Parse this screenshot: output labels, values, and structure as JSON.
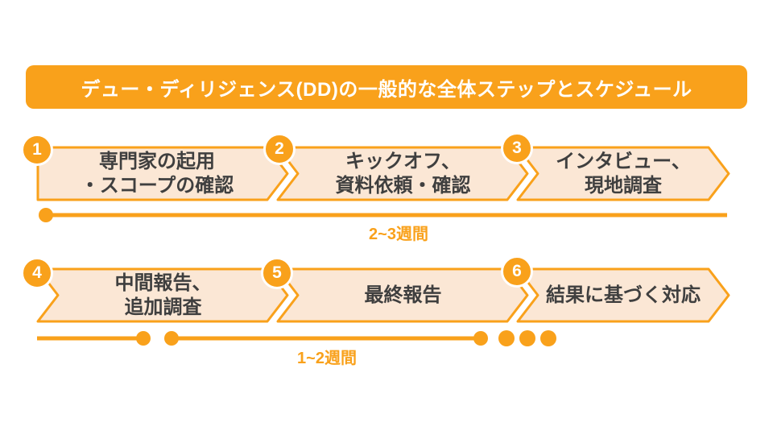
{
  "title": "デュー・ディリジェンス(DD)の一般的な全体ステップとスケジュール",
  "colors": {
    "accent_orange": "#F9A11B",
    "arrow_fill": "#FBE7D5",
    "step_text": "#3F3F3F",
    "title_text": "#FFFFFF",
    "background": "#FFFFFF"
  },
  "steps": [
    {
      "number": "1",
      "label": "専門家の起用\n・スコープの確認"
    },
    {
      "number": "2",
      "label": "キックオフ、\n資料依頼・確認"
    },
    {
      "number": "3",
      "label": "インタビュー、\n現地調査"
    },
    {
      "number": "4",
      "label": "中間報告、\n追加調査"
    },
    {
      "number": "5",
      "label": "最終報告"
    },
    {
      "number": "6",
      "label": "結果に基づく対応"
    }
  ],
  "timelines": [
    {
      "label": "2~3週間",
      "covers_steps": "1-3"
    },
    {
      "label": "1~2週間",
      "covers_steps": "4-5"
    }
  ]
}
